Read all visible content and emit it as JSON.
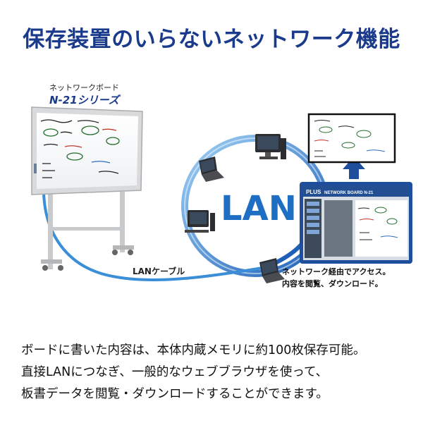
{
  "title": "保存装置のいらないネットワーク機能",
  "board": {
    "caption_small": "ネットワークボード",
    "caption_big": "N-21シリーズ"
  },
  "network": {
    "lan_label": "LAN",
    "cable_label": "LANケーブル",
    "access_line1": "ネットワーク経由でアクセス。",
    "access_line2": "内容を閲覧、ダウンロード。"
  },
  "screen": {
    "brand": "PLUS",
    "header": "NETWORK BOARD N-21"
  },
  "description": {
    "line1": "ボードに書いた内容は、本体内蔵メモリに約100枚保存可能。",
    "line2": "直接LANにつなぎ、一般的なウェブブラウザを使って、",
    "line3": "板書データを閲覧・ダウンロードすることができます。"
  },
  "colors": {
    "title": "#1a3a8c",
    "lan_ring": "#1e6fc4",
    "cable": "#3a8fd8"
  }
}
